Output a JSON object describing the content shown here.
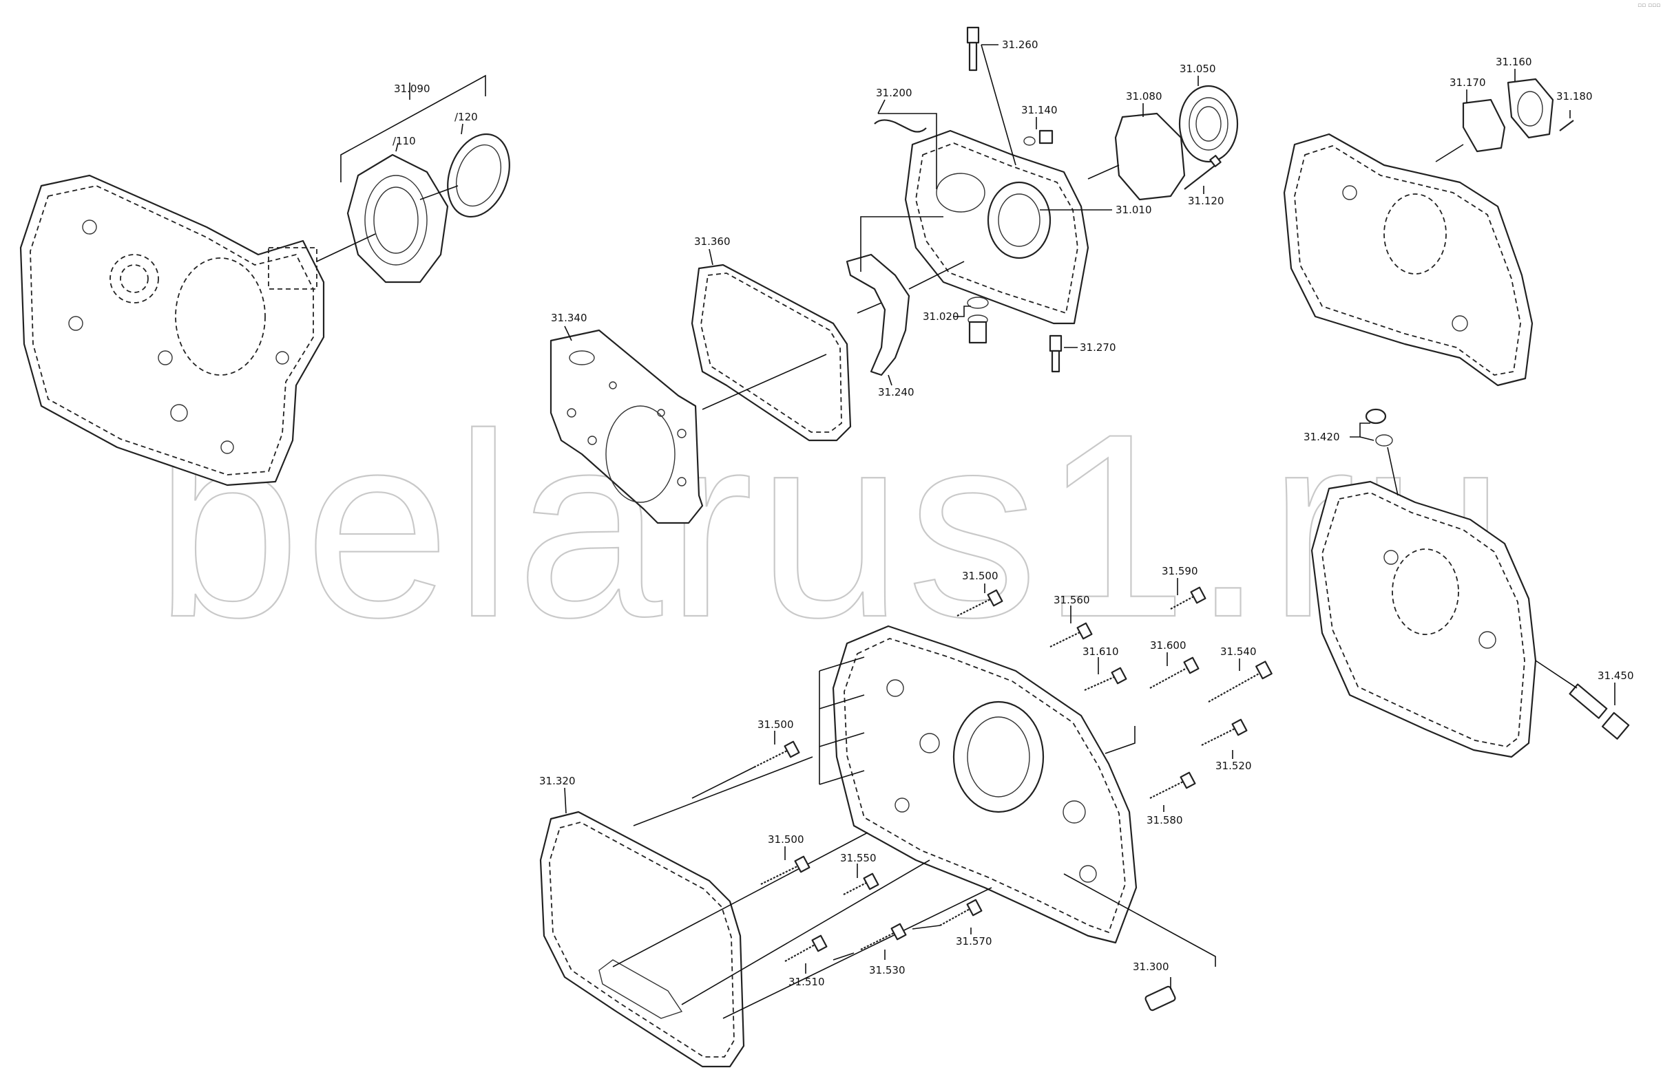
{
  "watermark": "belarus1.ru",
  "corner_mark": "▫▫ ▫▫▫",
  "colors": {
    "ink": "#111111",
    "watermark": "#c9c9c9",
    "background": "#ffffff"
  },
  "callouts": {
    "p31090": "31.090",
    "p110": "/110",
    "p120": "/120",
    "p31260": "31.260",
    "p31200": "31.200",
    "p31140": "31.140",
    "p31080": "31.080",
    "p31050": "31.050",
    "p31010": "31.010",
    "p31120": "31.120",
    "p31360": "31.360",
    "p31340": "31.340",
    "p31020": "31.020",
    "p31270": "31.270",
    "p31240": "31.240",
    "p31170": "31.170",
    "p31160": "31.160",
    "p31180": "31.180",
    "p31420": "31.420",
    "p31450": "31.450",
    "p31500a": "31.500",
    "p31560": "31.560",
    "p31590": "31.590",
    "p31610": "31.610",
    "p31600": "31.600",
    "p31540": "31.540",
    "p31500b": "31.500",
    "p31520": "31.520",
    "p31320": "31.320",
    "p31580": "31.580",
    "p31500c": "31.500",
    "p31550": "31.550",
    "p31570": "31.570",
    "p31510": "31.510",
    "p31530": "31.530",
    "p31300": "31.300"
  }
}
